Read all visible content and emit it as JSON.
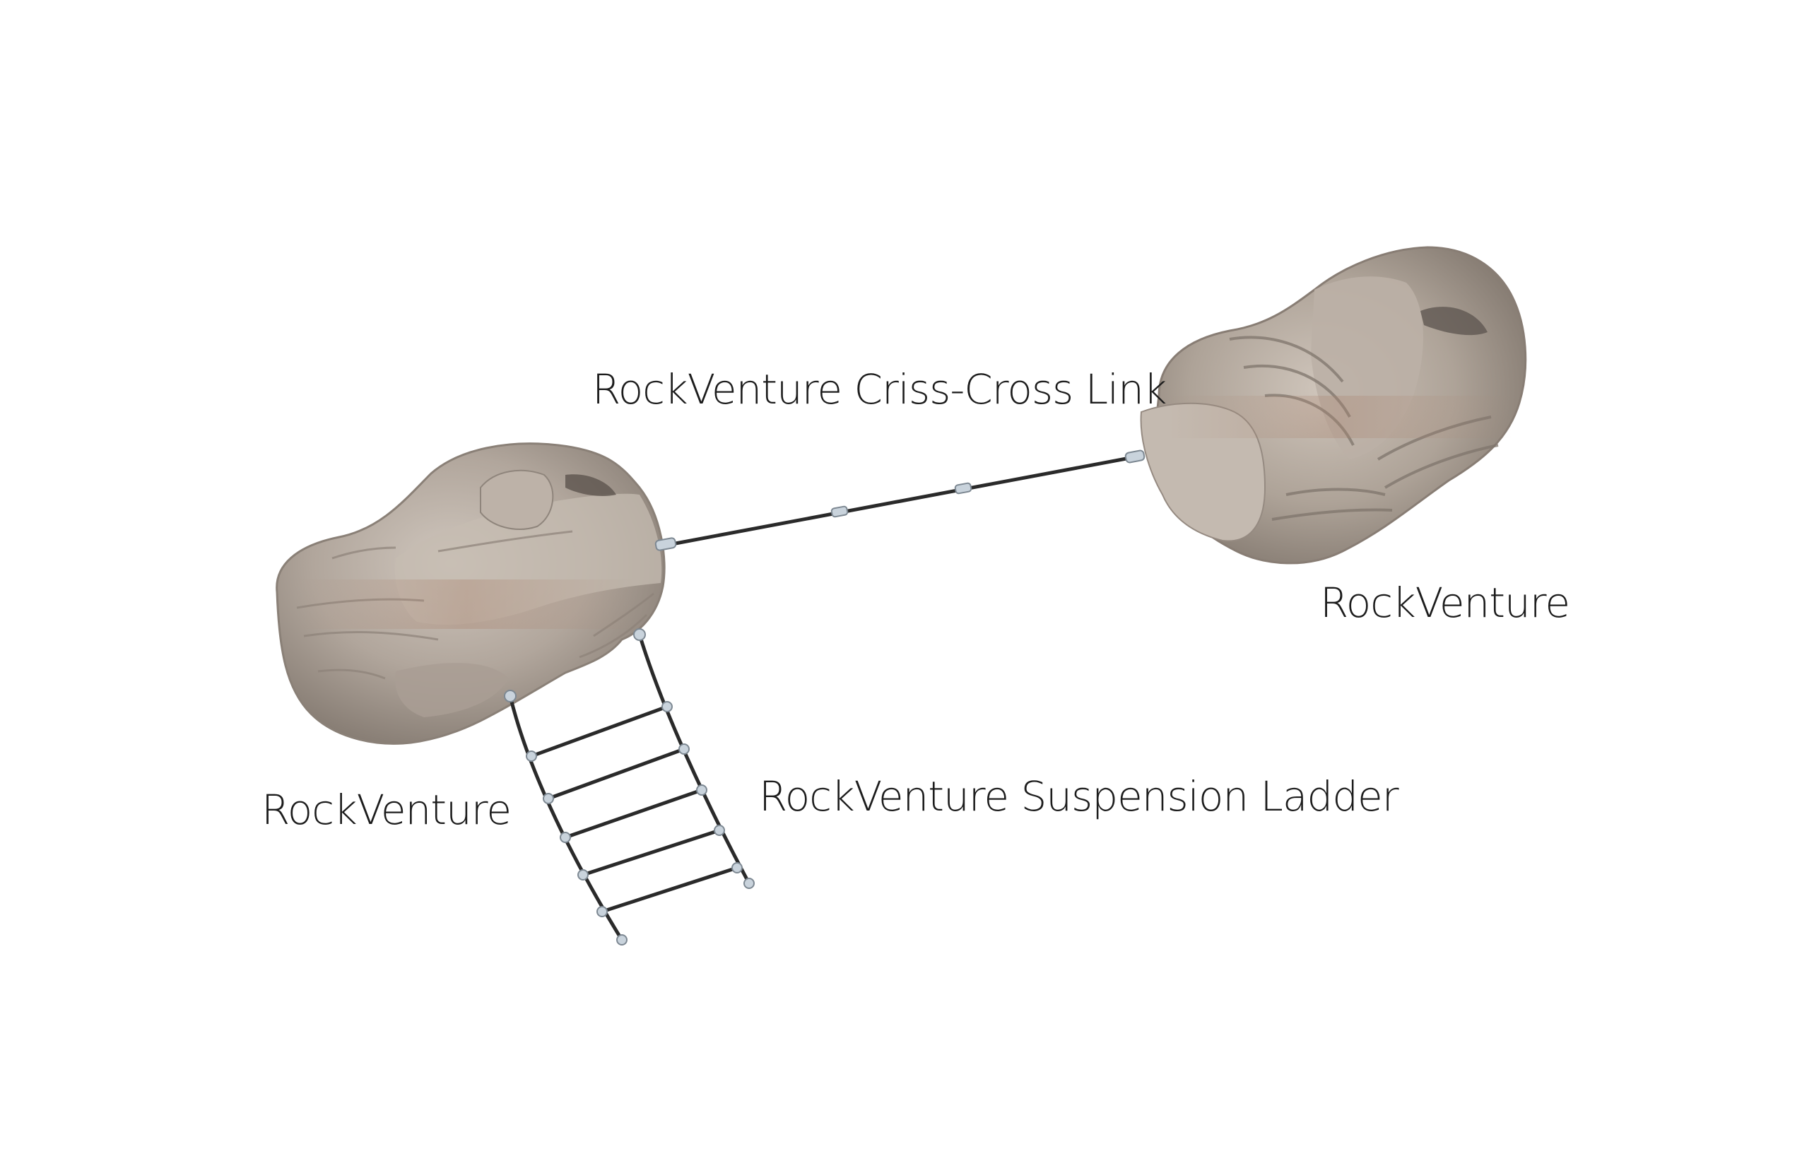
{
  "labels": {
    "criss_cross_link": "RockVenture Criss-Cross Link",
    "rock_right": "RockVenture",
    "rock_left": "RockVenture",
    "suspension_ladder": "RockVenture Suspension Ladder"
  },
  "colors": {
    "background": "#ffffff",
    "rock_base": "#b3a89e",
    "rock_shadow": "#7d736b",
    "rock_highlight": "#d8d0c8",
    "rock_rust": "#a9826d",
    "rope": "#2a2a2a",
    "fitting": "#c9d3dc",
    "text": "#1c1c1c"
  }
}
